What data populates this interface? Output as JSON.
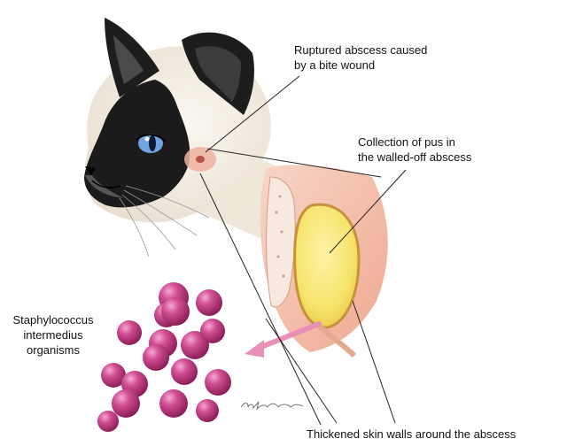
{
  "labels": {
    "ruptured_abscess": "Ruptured abscess caused\nby a bite wound",
    "pus_collection": "Collection of pus in\nthe walled-off abscess",
    "bacteria": "Staphylococcus\nintermedius\norganisms",
    "skin_walls": "Thickened skin walls around the abscess"
  },
  "signature": "Ch. Heaster",
  "colors": {
    "pus": "#f6e36a",
    "tissue": "#f3b9a6",
    "bacteria": "#c63b84",
    "arrow": "#e890b8",
    "cat_fur": "#f3ede2",
    "cat_points": "#1a1a1a",
    "eye": "#6fa4e0"
  },
  "icons": [
    "siamese-cat-illustration",
    "abscess-cross-section",
    "bacteria-cluster",
    "pointer-arrow"
  ]
}
